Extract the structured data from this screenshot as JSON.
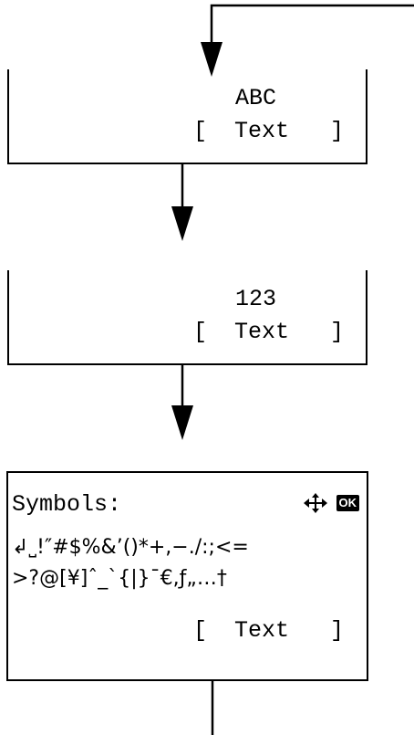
{
  "screens": [
    {
      "title": "ABC",
      "softkey": "[  Text   ]"
    },
    {
      "title": "123",
      "softkey": "[  Text   ]"
    },
    {
      "title": "Symbols:",
      "symbol_row_1": "↲˽!″#$%&’()*+,−./:;<=",
      "symbol_row_2": ">?@[¥]ˆ_`{|}¯€,ƒ„…†",
      "softkey": "[  Text   ]",
      "icons": [
        "four-way-arrow-icon",
        "ok-icon"
      ],
      "ok_label": "OK"
    }
  ]
}
